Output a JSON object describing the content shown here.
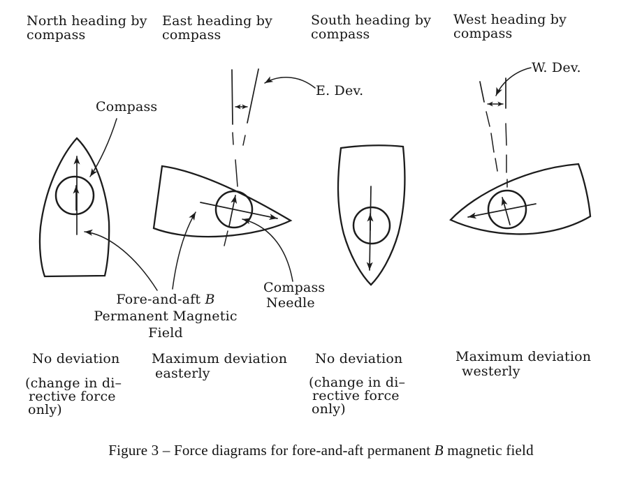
{
  "headings": {
    "north": {
      "line1": "North heading by",
      "line2": "compass"
    },
    "east": {
      "line1": "East heading by",
      "line2": "compass"
    },
    "south": {
      "line1": "South heading by",
      "line2": "compass"
    },
    "west": {
      "line1": "West heading by",
      "line2": "compass"
    }
  },
  "annotations": {
    "compass": "Compass",
    "east_deviation": "E. Dev.",
    "west_deviation": "W. Dev.",
    "fore_aft_field": {
      "line1_text": "Fore-and-aft ",
      "line1_symbol": "B",
      "line2": "Permanent Magnetic",
      "line3": "Field"
    },
    "compass_needle": {
      "line1": "Compass",
      "line2": "Needle"
    }
  },
  "results": {
    "north": {
      "title": "No deviation",
      "note_line1": "(change in di–",
      "note_line2": "rective force",
      "note_line3": "only)"
    },
    "east": {
      "title_line1": "Maximum deviation",
      "title_line2": "easterly"
    },
    "south": {
      "title": "No deviation",
      "note_line1": "(change in di–",
      "note_line2": "rective force",
      "note_line3": "only)"
    },
    "west": {
      "title_line1": "Maximum deviation",
      "title_line2": "westerly"
    }
  },
  "caption": {
    "prefix": "Figure 3 – Force diagrams for fore-and-aft permanent ",
    "symbol": "B",
    "suffix": " magnetic field"
  },
  "colors": {
    "ink": "#1c1c1c",
    "background": "#ffffff"
  }
}
